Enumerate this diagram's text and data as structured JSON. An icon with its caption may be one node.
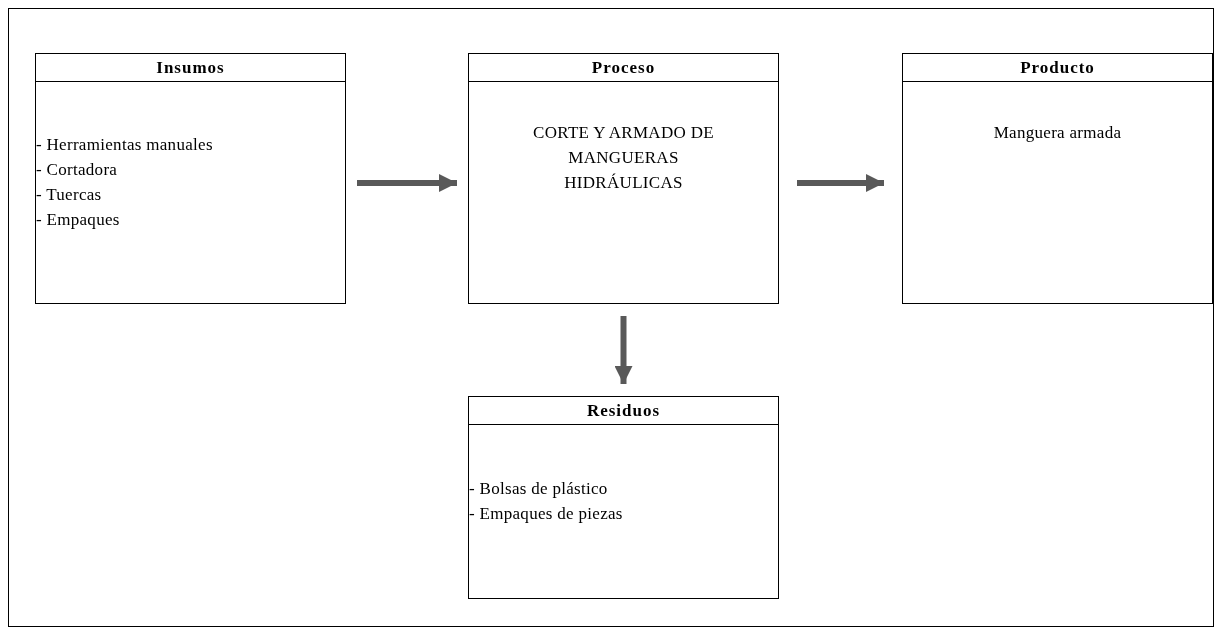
{
  "diagram": {
    "nodes": [
      {
        "text": [
          "Insumos",
          "- Herramientas manuales",
          "- Cortadora",
          "- Tuercas",
          "- Empaques"
        ]
      },
      {
        "text": [
          "Proceso",
          "CORTE Y ARMADO DE MANGUERAS HIDRÁULICAS"
        ]
      },
      {
        "text": [
          "Producto",
          "Manguera armada"
        ]
      },
      {
        "text": [
          "Residuos",
          "- Bolsas de plástico",
          "- Empaques de piezas"
        ]
      }
    ],
    "edges": [
      {
        "from": 0,
        "to": 1,
        "arrow": "to"
      },
      {
        "from": 1,
        "to": 2,
        "arrow": "to"
      },
      {
        "from": 1,
        "to": 3,
        "arrow": "to"
      }
    ]
  }
}
